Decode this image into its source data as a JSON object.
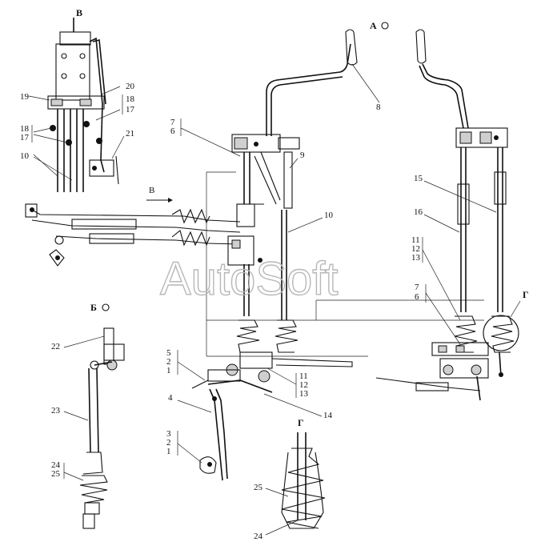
{
  "sections": {
    "A": "А",
    "B": "Б",
    "V": "В",
    "G": "Г",
    "view_arrow": "В",
    "detail_G": "Г"
  },
  "watermark": "AutoSoft",
  "callouts": {
    "c1": "1",
    "c2": "2",
    "c3": "3",
    "c4": "4",
    "c5": "5",
    "c6": "6",
    "c7": "7",
    "c8": "8",
    "c9": "9",
    "c10": "10",
    "c11": "11",
    "c12": "12",
    "c13": "13",
    "c14": "14",
    "c15": "15",
    "c16": "16",
    "c17": "17",
    "c18": "18",
    "c19": "19",
    "c20": "20",
    "c21": "21",
    "c22": "22",
    "c23": "23",
    "c24": "24",
    "c25": "25"
  },
  "colors": {
    "ink": "#111111",
    "watermark": "#b8b8b8",
    "background": "#ffffff"
  }
}
